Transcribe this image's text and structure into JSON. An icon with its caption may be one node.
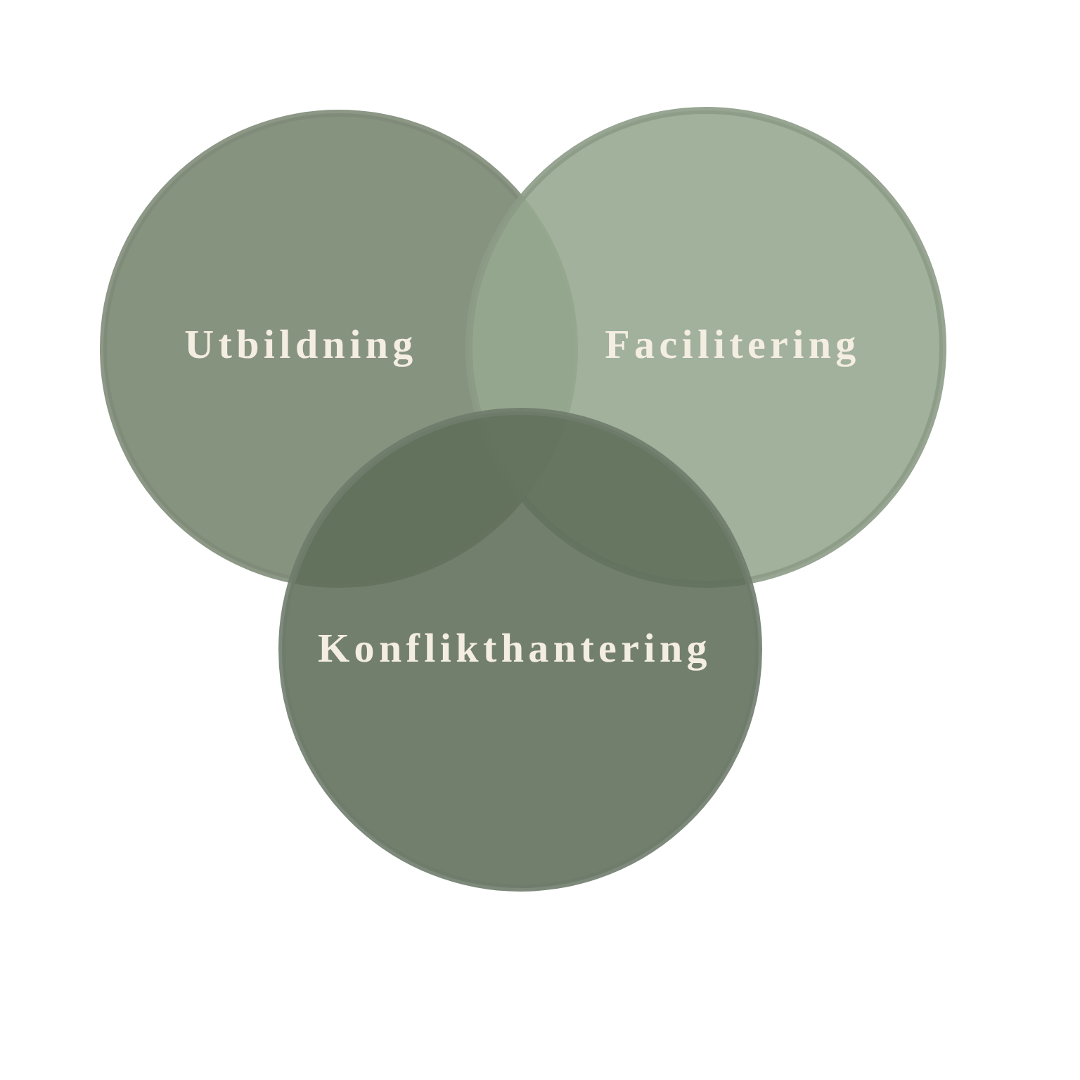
{
  "diagram": {
    "nodes": [
      {
        "text": [
          "Utbildning"
        ]
      },
      {
        "text": [
          "Facilitering"
        ]
      },
      {
        "text": [
          "Konflikthantering"
        ]
      }
    ]
  }
}
